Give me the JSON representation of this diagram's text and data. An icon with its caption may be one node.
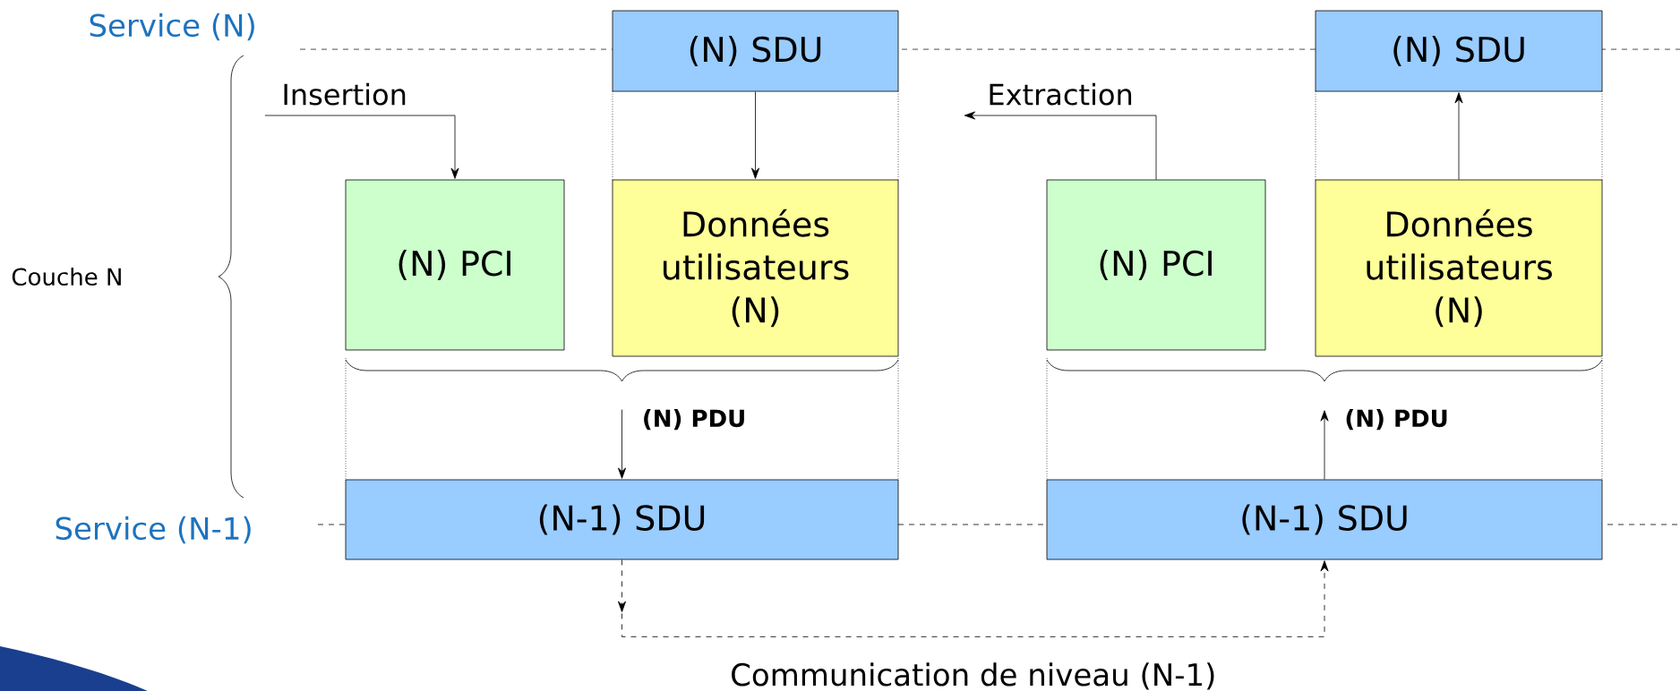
{
  "diagram": {
    "nodes": [
      {
        "text": [
          "(N) SDU"
        ]
      },
      {
        "text": [
          "Insertion"
        ]
      },
      {
        "text": [
          "(N) PCI"
        ]
      },
      {
        "text": [
          "Données utilisateurs (N)"
        ]
      },
      {
        "text": [
          "(N-1) SDU"
        ]
      },
      {
        "text": [
          "(N) SDU"
        ]
      },
      {
        "text": [
          "Extraction"
        ]
      },
      {
        "text": [
          "(N) PCI"
        ]
      },
      {
        "text": [
          "Données utilisateurs (N)"
        ]
      },
      {
        "text": [
          "(N-1) SDU"
        ]
      }
    ],
    "edges": [
      {
        "from": 0,
        "to": 3,
        "arrow": "to"
      },
      {
        "from": 1,
        "to": 2,
        "arrow": "to"
      },
      {
        "from": null,
        "to": 4,
        "arrow": "to",
        "label": "(N) PDU"
      },
      {
        "from": 7,
        "to": 6,
        "arrow": "to"
      },
      {
        "from": 8,
        "to": 5,
        "arrow": "to"
      },
      {
        "from": 9,
        "to": null,
        "arrow": "to",
        "label": "(N) PDU"
      },
      {
        "from": 4,
        "to": 9,
        "arrow": "to",
        "label": "Communication de niveau (N-1)",
        "style": "dashed"
      }
    ],
    "labels": [
      "Service (N)",
      "Couche N",
      "Service (N-1)"
    ]
  }
}
